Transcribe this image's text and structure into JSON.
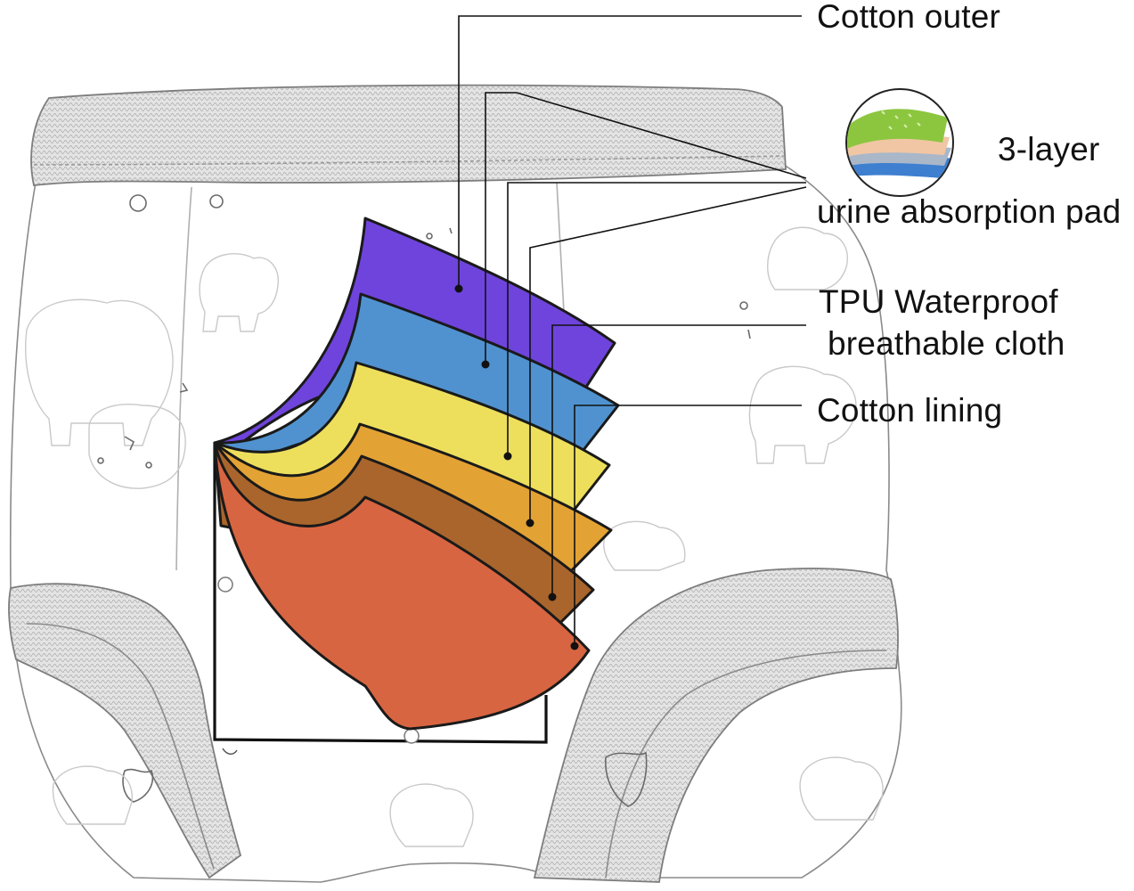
{
  "labels": {
    "cotton_outer": "Cotton outer",
    "three_layer": "3-layer",
    "urine_pad": "urine absorption pad",
    "tpu_line1": "TPU Waterproof",
    "tpu_line2": "breathable cloth",
    "cotton_lining": "Cotton lining"
  },
  "layer_colors": {
    "purple": "#6f44dc",
    "blue": "#5092cf",
    "yellow": "#eddf5c",
    "orange": "#e3a234",
    "brown": "#a9652c",
    "red_orange": "#d86541"
  },
  "line_color": "#111111",
  "sketch_color": "#8a8a8a"
}
